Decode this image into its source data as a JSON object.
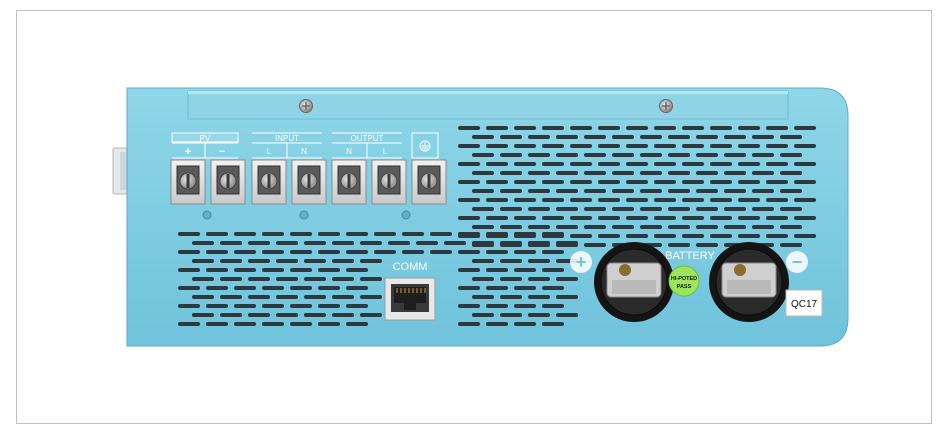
{
  "terminal_groups": [
    {
      "label": "PV",
      "terminals": [
        "+",
        "−"
      ]
    },
    {
      "label": "INPUT",
      "terminals": [
        "L",
        "N"
      ]
    },
    {
      "label": "OUTPUT",
      "terminals": [
        "N",
        "L"
      ]
    }
  ],
  "comm_label": "COMM",
  "battery_label": "BATTERY",
  "battery_plus_symbol": "+",
  "battery_minus_symbol": "−",
  "hipot_sticker": {
    "line1": "HI-POTED",
    "line2": "PASS"
  },
  "qc_sticker": "QC17"
}
